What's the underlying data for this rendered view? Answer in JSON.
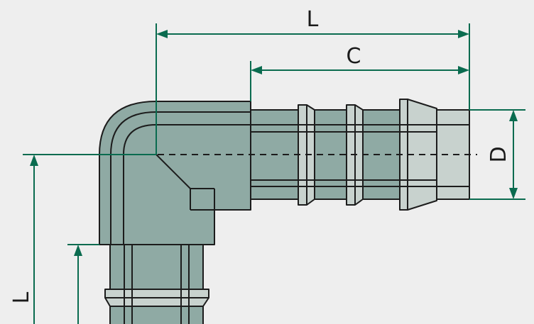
{
  "dimensions": {
    "overall_length_horizontal": "L",
    "overall_length_vertical": "L",
    "insertion_length": "C",
    "diameter": "D"
  },
  "colors": {
    "background": "#eeeeee",
    "body_fill": "#8faaa4",
    "barb_fill": "#c8d2ce",
    "outline": "#1c1c1c",
    "dimension_line": "#0a6b4f"
  }
}
